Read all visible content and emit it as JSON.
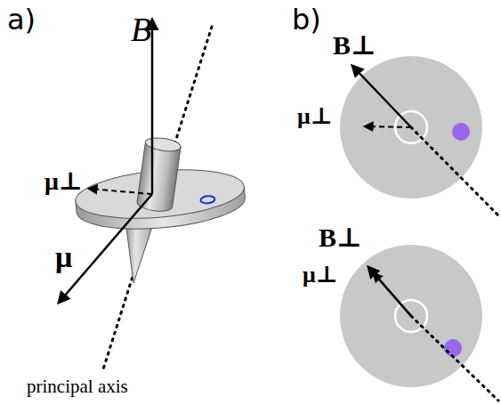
{
  "diagram": {
    "labels": [
      "a)",
      "B",
      "μ⊥",
      "μ",
      "principal axis",
      "b)",
      "B⊥",
      "μ⊥",
      "B⊥",
      "μ⊥"
    ]
  }
}
